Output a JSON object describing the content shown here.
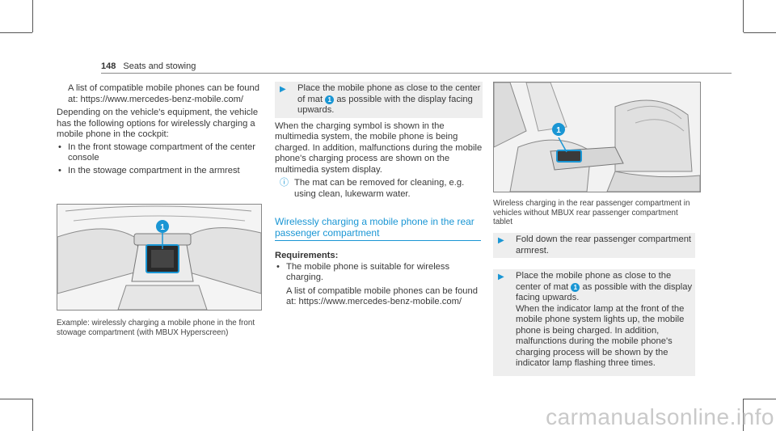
{
  "header": {
    "page_number": "148",
    "section": "Seats and stowing"
  },
  "col1": {
    "p1": "A list of compatible mobile phones can be found at: https://www.mercedes-benz-mobile.com/",
    "p2": "Depending on the vehicle's equipment, the vehicle has the following options for wirelessly charging a mobile phone in the cockpit:",
    "bullets": [
      "In the front stowage compartment of the center console",
      "In the stowage compartment in the armrest"
    ],
    "figure_badge": "1",
    "caption": "Example: wirelessly charging a mobile phone in the front stowage compartment (with MBUX Hyperscreen)"
  },
  "col2": {
    "step1": "Place the mobile phone as close to the center of mat",
    "step1_badge": "1",
    "step1_tail": "as possible with the display facing upwards.",
    "p1": "When the charging symbol is shown in the multimedia system, the mobile phone is being charged. In addition, malfunctions during the mobile phone's charging process are shown on the multimedia system display.",
    "note_icon": "info-icon",
    "note": "The mat can be removed for cleaning, e.g. using clean, lukewarm water.",
    "subheading": "Wirelessly charging a mobile phone in the rear passenger compartment",
    "requirements_label": "Requirements:",
    "req_bullet": "The mobile phone is suitable for wireless charging.",
    "p2": "A list of compatible mobile phones can be found at: https://www.mercedes-benz-mobile.com/"
  },
  "col3": {
    "figure_badge": "1",
    "caption": "Wireless charging in the rear passenger compartment in vehicles without MBUX rear passenger compartment tablet",
    "step1": "Fold down the rear passenger compartment armrest.",
    "step2": "Place the mobile phone as close to the center of mat",
    "step2_badge": "1",
    "step2_tail": "as possible with the display facing upwards.",
    "step2_more": "When the indicator lamp at the front of the mobile phone system lights up, the mobile phone is being charged. In addition, malfunctions during the mobile phone's charging process will be shown by the indicator lamp flashing three times."
  },
  "watermark": "carmanualsonline.info",
  "colors": {
    "accent": "#1a96d4",
    "step_bg": "#eeeeee",
    "text": "#3a3a3a"
  }
}
